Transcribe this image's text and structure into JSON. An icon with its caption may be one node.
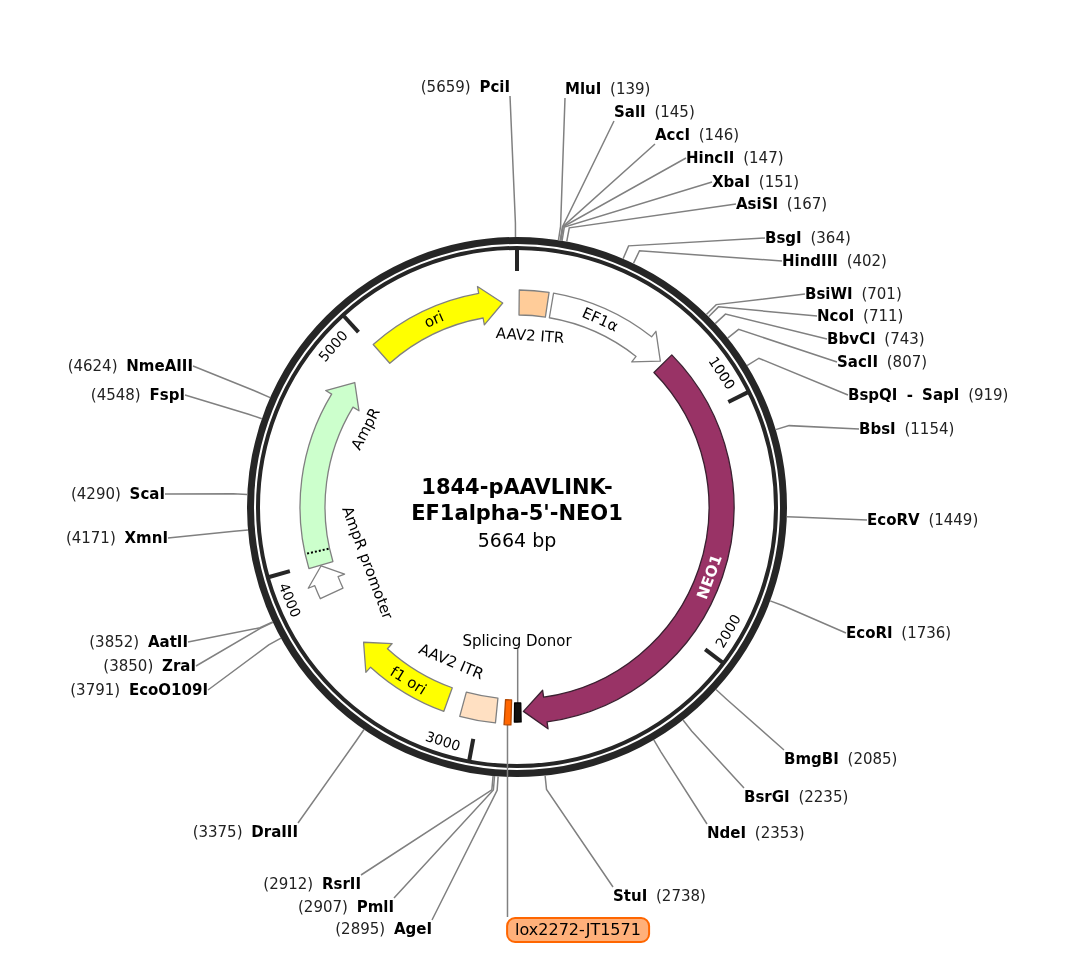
{
  "diagram": {
    "title": "1844-pAAVLINK-EF1alpha-5'-NEO1",
    "nodes": [
      {
        "text": [
          "ori"
        ]
      },
      {
        "text": [
          "AAV2 ITR"
        ]
      },
      {
        "text": [
          "EF1α"
        ]
      },
      {
        "text": [
          "NEO1"
        ]
      },
      {
        "text": [
          "Splicing Donor"
        ]
      },
      {
        "text": [],
        "shape": "box"
      },
      {
        "text": [],
        "shape": "box"
      },
      {
        "text": [
          "lox2272-JT1571"
        ]
      },
      {
        "text": [
          "AAV2 ITR"
        ]
      },
      {
        "text": [
          "f1 ori"
        ]
      },
      {
        "text": [
          "AmpR promoter"
        ]
      },
      {
        "text": [
          "AmpR"
        ]
      },
      {
        "text": [
          "(5659) **PciI**"
        ]
      },
      {
        "text": [
          "**MluI** (139)"
        ]
      },
      {
        "text": [
          "**SalI** (145)"
        ]
      },
      {
        "text": [
          "**AccI** (146)"
        ]
      },
      {
        "text": [
          "**HincII** (147)"
        ]
      },
      {
        "text": [
          "**XbaI** (151)"
        ]
      },
      {
        "text": [
          "**AsiSI** (167)"
        ]
      },
      {
        "text": [
          "**BsgI** (364)"
        ]
      },
      {
        "text": [
          "**HindIII** (402)"
        ]
      },
      {
        "text": [
          "**BsiWI** (701)"
        ]
      },
      {
        "text": [
          "**NcoI** (711)"
        ]
      },
      {
        "text": [
          "**BbvCI** (743)"
        ]
      },
      {
        "text": [
          "**SacII** (807)"
        ]
      },
      {
        "text": [
          "**BspQI - SapI** (919)"
        ]
      },
      {
        "text": [
          "**BbsI** (1154)"
        ]
      },
      {
        "text": [
          "**EcoRV** (1449)"
        ]
      },
      {
        "text": [
          "**EcoRI** (1736)"
        ]
      },
      {
        "text": [
          "**BmgBI** (2085)"
        ]
      },
      {
        "text": [
          "**BsrGI** (2235)"
        ]
      },
      {
        "text": [
          "**NdeI** (2353)"
        ]
      },
      {
        "text": [
          "**StuI** (2738)"
        ]
      },
      {
        "text": [
          "(2895) **AgeI**"
        ]
      },
      {
        "text": [
          "(2907) **PmlI**"
        ]
      },
      {
        "text": [
          "(2912) **RsrII**"
        ]
      },
      {
        "text": [
          "(3375) **DraIII**"
        ]
      },
      {
        "text": [
          "(3791) **EcoO109I**"
        ]
      },
      {
        "text": [
          "(3850) **ZraI**"
        ]
      },
      {
        "text": [
          "(3852) **AatII**"
        ]
      },
      {
        "text": [
          "(4171) **XmnI**"
        ]
      },
      {
        "text": [
          "(4290) **ScaI**"
        ]
      },
      {
        "text": [
          "(4548) **FspI**"
        ]
      },
      {
        "text": [
          "(4624) **NmeAIII**"
        ]
      }
    ],
    "edges": [
      {
        "from": 4,
        "to": 6,
        "arrow": "none"
      },
      {
        "from": 7,
        "to": 5,
        "arrow": "none"
      },
      {
        "from": 12,
        "to": null,
        "arrow": "none"
      },
      {
        "from": 13,
        "to": null,
        "arrow": "none"
      },
      {
        "from": 14,
        "to": null,
        "arrow": "none"
      },
      {
        "from": 15,
        "to": null,
        "arrow": "none"
      },
      {
        "from": 16,
        "to": null,
        "arrow": "none"
      },
      {
        "from": 17,
        "to": null,
        "arrow": "none"
      },
      {
        "from": 18,
        "to": null,
        "arrow": "none"
      },
      {
        "from": 19,
        "to": null,
        "arrow": "none"
      },
      {
        "from": 20,
        "to": null,
        "arrow": "none"
      },
      {
        "from": 21,
        "to": null,
        "arrow": "none"
      },
      {
        "from": 22,
        "to": null,
        "arrow": "none"
      },
      {
        "from": 23,
        "to": null,
        "arrow": "none"
      },
      {
        "from": 24,
        "to": null,
        "arrow": "none"
      },
      {
        "from": 25,
        "to": null,
        "arrow": "none"
      },
      {
        "from": 26,
        "to": null,
        "arrow": "none"
      },
      {
        "from": 27,
        "to": null,
        "arrow": "none"
      },
      {
        "from": 28,
        "to": null,
        "arrow": "none"
      },
      {
        "from": 29,
        "to": null,
        "arrow": "none"
      },
      {
        "from": 30,
        "to": null,
        "arrow": "none"
      },
      {
        "from": 31,
        "to": null,
        "arrow": "none"
      },
      {
        "from": 32,
        "to": null,
        "arrow": "none"
      },
      {
        "from": 33,
        "to": null,
        "arrow": "none"
      },
      {
        "from": 34,
        "to": null,
        "arrow": "none"
      },
      {
        "from": 35,
        "to": null,
        "arrow": "none"
      },
      {
        "from": 36,
        "to": null,
        "arrow": "none"
      },
      {
        "from": 37,
        "to": null,
        "arrow": "none"
      },
      {
        "from": 38,
        "to": null,
        "arrow": "none"
      },
      {
        "from": 39,
        "to": null,
        "arrow": "none"
      },
      {
        "from": 40,
        "to": null,
        "arrow": "none"
      },
      {
        "from": 41,
        "to": null,
        "arrow": "none"
      },
      {
        "from": 42,
        "to": null,
        "arrow": "none"
      },
      {
        "from": 43,
        "to": null,
        "arrow": "none"
      }
    ],
    "labels": [
      "5000",
      "1000",
      "5664 bp",
      "2000",
      "4000",
      "3000"
    ]
  }
}
